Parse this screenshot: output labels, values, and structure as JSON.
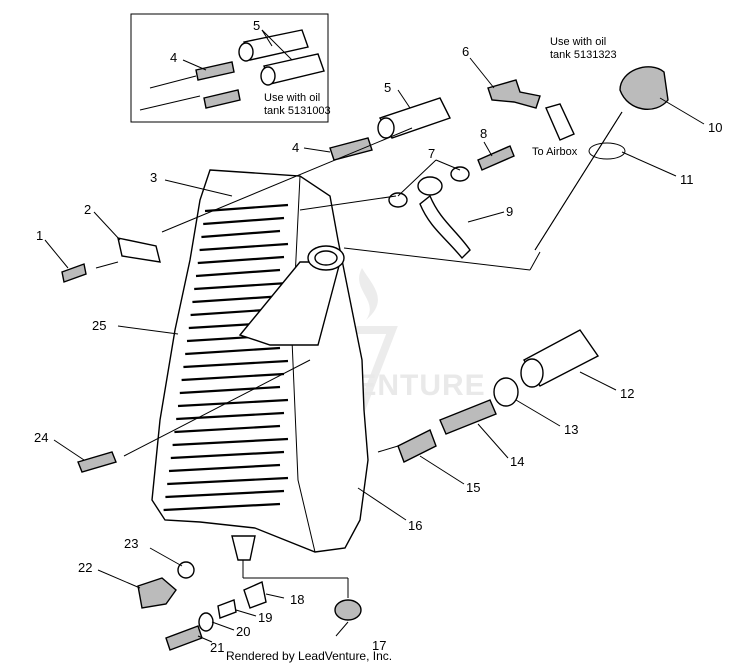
{
  "callouts": [
    {
      "id": "1",
      "label": "1"
    },
    {
      "id": "2",
      "label": "2"
    },
    {
      "id": "3",
      "label": "3"
    },
    {
      "id": "4a",
      "label": "4"
    },
    {
      "id": "4b",
      "label": "4"
    },
    {
      "id": "5a",
      "label": "5"
    },
    {
      "id": "5b",
      "label": "5"
    },
    {
      "id": "6",
      "label": "6"
    },
    {
      "id": "7",
      "label": "7"
    },
    {
      "id": "8",
      "label": "8"
    },
    {
      "id": "9",
      "label": "9"
    },
    {
      "id": "10",
      "label": "10"
    },
    {
      "id": "11",
      "label": "11"
    },
    {
      "id": "12",
      "label": "12"
    },
    {
      "id": "13",
      "label": "13"
    },
    {
      "id": "14",
      "label": "14"
    },
    {
      "id": "15",
      "label": "15"
    },
    {
      "id": "16",
      "label": "16"
    },
    {
      "id": "17",
      "label": "17"
    },
    {
      "id": "18",
      "label": "18"
    },
    {
      "id": "19",
      "label": "19"
    },
    {
      "id": "20",
      "label": "20"
    },
    {
      "id": "21",
      "label": "21"
    },
    {
      "id": "22",
      "label": "22"
    },
    {
      "id": "23",
      "label": "23"
    },
    {
      "id": "24",
      "label": "24"
    },
    {
      "id": "25",
      "label": "25"
    }
  ],
  "notes": {
    "inset_line1": "Use with oil",
    "inset_line2": "tank 5131003",
    "top_line1": "Use with oil",
    "top_line2": "tank 5131323",
    "airbox": "To Airbox"
  },
  "watermark": "ADVENTURE",
  "footer": "Rendered by LeadVenture, Inc."
}
